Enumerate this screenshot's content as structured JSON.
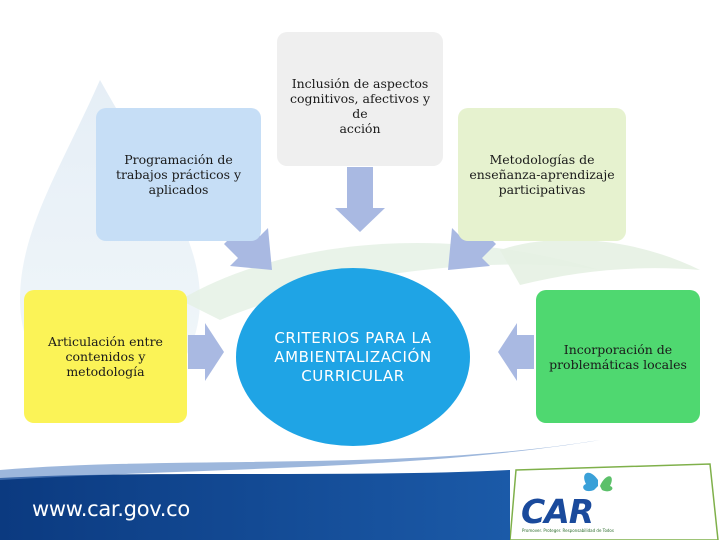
{
  "diagram": {
    "center": [
      "CRITERIOS PARA LA",
      "AMBIENTALIZACIÓN",
      "CURRICULAR"
    ],
    "top": [
      "Inclusión de aspectos",
      "cognitivos, afectivos y de",
      "acción"
    ],
    "left": [
      "Programación de",
      "trabajos prácticos y",
      "aplicados"
    ],
    "right": [
      "Metodologías de",
      "enseñanza-aprendizaje",
      "participativas"
    ],
    "bottom_left": [
      "Articulación entre",
      "contenidos y",
      "metodología"
    ],
    "bottom_right": [
      "Incorporación de",
      "problemáticas locales"
    ]
  },
  "footer": {
    "website": "www.car.gov.co",
    "logo": "CAR",
    "logo_subtitle": "Promover. Proteger. Responsabilidad de Todos"
  },
  "colors": {
    "center": "#1fa4e5",
    "top_box": "#efefef",
    "left_box": "#c6def6",
    "right_box": "#e6f2cf",
    "yellow_box": "#fbf357",
    "green_box": "#4fd870",
    "arrow": "#a9b9e2",
    "footer_band": "#0d3f86"
  }
}
